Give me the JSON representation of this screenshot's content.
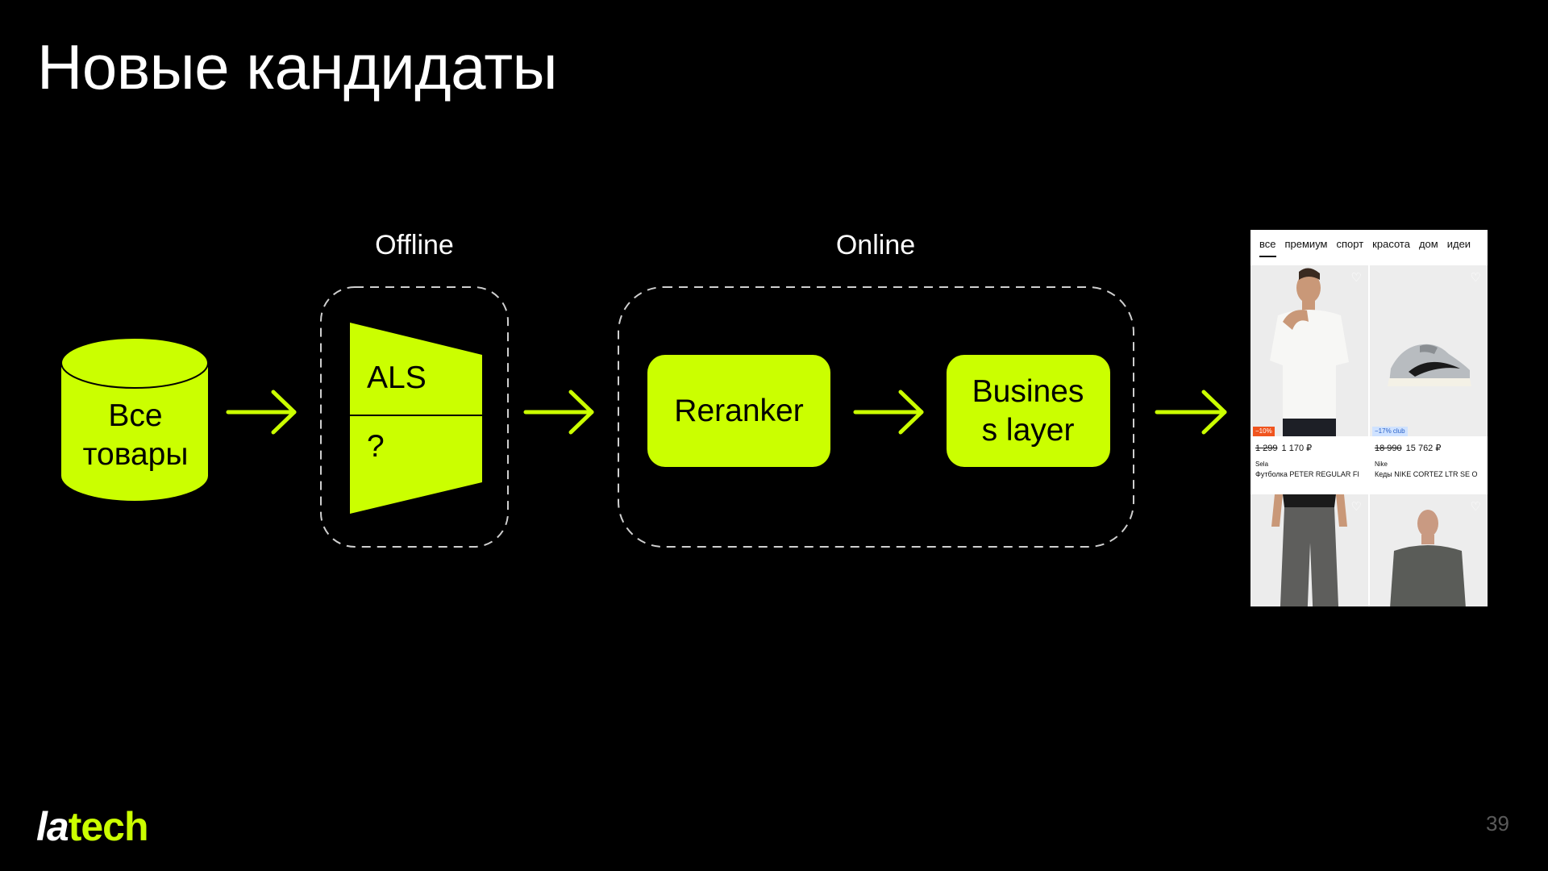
{
  "slide": {
    "title": "Новые кандидаты",
    "page_number": "39",
    "logo": {
      "part1": "la",
      "part2": "tech"
    },
    "accent_color": "#cbff00",
    "background_color": "#000000"
  },
  "diagram": {
    "sections": {
      "offline": "Offline",
      "online": "Online"
    },
    "nodes": {
      "all_items": "Все товары",
      "als": "ALS",
      "unknown": "?",
      "reranker": "Reranker",
      "business_layer": "Busines s layer"
    },
    "arrows": [
      "all_items→candidates",
      "candidates→reranker",
      "reranker→business_layer",
      "business_layer→result"
    ]
  },
  "result_screen": {
    "tabs": [
      "все",
      "премиум",
      "спорт",
      "красота",
      "дом",
      "идеи"
    ],
    "active_tab": "все",
    "products": [
      {
        "old_price": "1 299",
        "price": "1 170 ₽",
        "brand": "Sela",
        "name": "Футболка PETER REGULAR FI",
        "badge": "−10%"
      },
      {
        "old_price": "18 990",
        "price": "15 762 ₽",
        "brand": "Nike",
        "name": "Кеды NIKE CORTEZ LTR SE O",
        "badge": "−17% club"
      },
      {
        "old_price": "",
        "price": "",
        "brand": "",
        "name": "",
        "badge": ""
      },
      {
        "old_price": "",
        "price": "",
        "brand": "",
        "name": "",
        "badge": ""
      }
    ],
    "icons": [
      "heart-icon"
    ]
  }
}
